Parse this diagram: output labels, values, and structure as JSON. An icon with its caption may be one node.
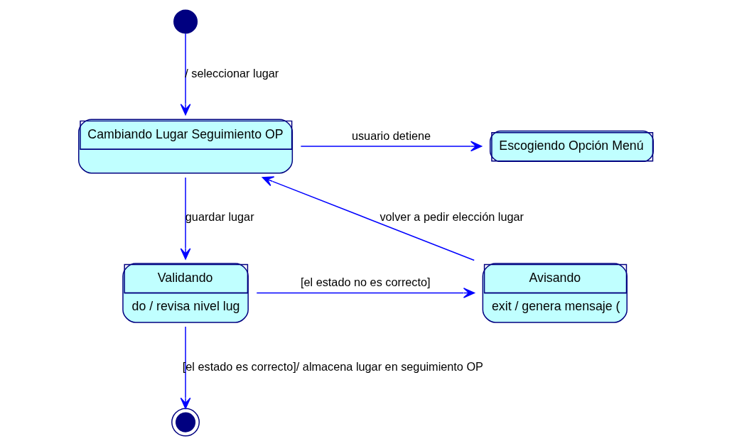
{
  "diagram": {
    "nodes": [
      {
        "text": [],
        "shape": "circle"
      },
      {
        "text": [
          "Cambiando Lugar Seguimiento OP"
        ]
      },
      {
        "text": [
          "Escogiendo Opción Menú"
        ]
      },
      {
        "text": [
          "Validando",
          "do / revisa nivel lug"
        ]
      },
      {
        "text": [
          "Avisando",
          "exit / genera mensaje ("
        ]
      },
      {
        "text": [],
        "shape": "circle"
      }
    ],
    "edges": [
      {
        "from": 0,
        "to": 1,
        "arrow": "to",
        "label": "/ seleccionar lugar"
      },
      {
        "from": 1,
        "to": 2,
        "arrow": "to",
        "label": "usuario detiene"
      },
      {
        "from": 1,
        "to": 3,
        "arrow": "to",
        "label": "guardar lugar"
      },
      {
        "from": 3,
        "to": 4,
        "arrow": "to",
        "label": "[el estado no es correcto]"
      },
      {
        "from": 4,
        "to": 1,
        "arrow": "to",
        "label": "volver a pedir elección lugar"
      },
      {
        "from": 3,
        "to": 5,
        "arrow": "to",
        "label": "[el estado es correcto]/ almacena lugar en seguimiento OP"
      }
    ]
  }
}
